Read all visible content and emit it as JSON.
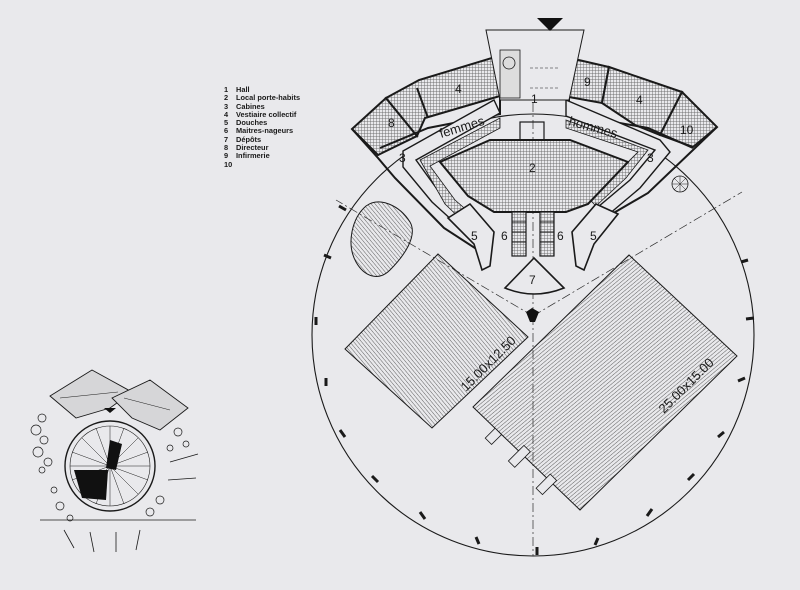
{
  "legend": [
    {
      "num": "1",
      "label": "Hall"
    },
    {
      "num": "2",
      "label": "Local porte-habits"
    },
    {
      "num": "3",
      "label": "Cabines"
    },
    {
      "num": "4",
      "label": "Vestiaire collectif"
    },
    {
      "num": "5",
      "label": "Douches"
    },
    {
      "num": "6",
      "label": "Maitres-nageurs"
    },
    {
      "num": "7",
      "label": "Dépôts"
    },
    {
      "num": "8",
      "label": "Directeur"
    },
    {
      "num": "9",
      "label": "Infirmerie"
    },
    {
      "num": "10",
      "label": ""
    }
  ],
  "plan_labels": {
    "women": "femmes",
    "men": "hommes",
    "pool_small": "15.00x12.50",
    "pool_large": "25.00x15.00"
  },
  "room_numbers": {
    "hall": "1",
    "cloakroom": "2",
    "cabins_left": "3",
    "cabins_right": "3",
    "locker_left": "4",
    "locker_right": "4",
    "showers_left": "5",
    "showers_right": "5",
    "lifeguards_left": "6",
    "lifeguards_right": "6",
    "storage": "7",
    "director": "8",
    "infirmary": "9",
    "room_10": "10"
  },
  "colors": {
    "background": "#e9e9ec",
    "ink": "#1a1a1a",
    "hatch": "#3c3c3c"
  }
}
